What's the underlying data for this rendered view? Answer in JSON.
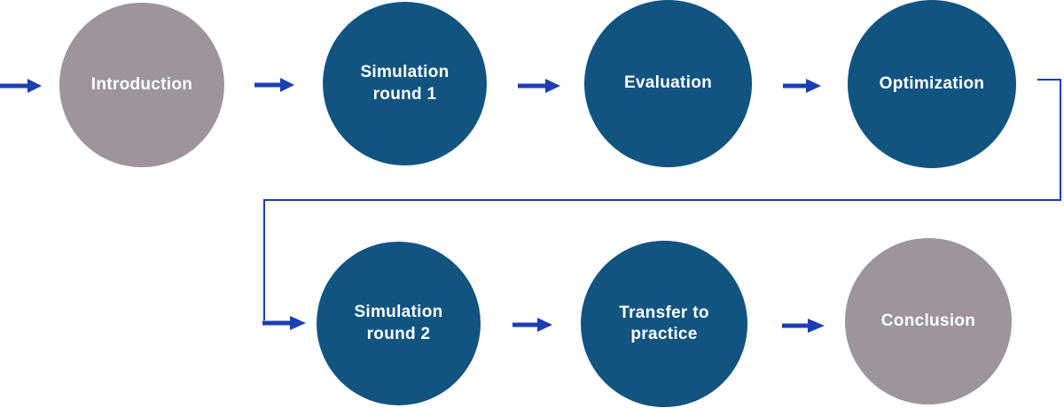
{
  "diagram": {
    "type": "flowchart",
    "background": "#ffffff",
    "colors": {
      "node_primary": "#125480",
      "node_accent": "#9D949C",
      "arrow": "#1B3EB3",
      "label": "#FFFFFF"
    },
    "nodes": [
      {
        "id": "introduction",
        "label": "Introduction",
        "variant": "accent",
        "row": 1
      },
      {
        "id": "simulation-round-1",
        "label": "Simulation\nround 1",
        "variant": "primary",
        "row": 1
      },
      {
        "id": "evaluation",
        "label": "Evaluation",
        "variant": "primary",
        "row": 1
      },
      {
        "id": "optimization",
        "label": "Optimization",
        "variant": "primary",
        "row": 1
      },
      {
        "id": "simulation-round-2",
        "label": "Simulation\nround 2",
        "variant": "primary",
        "row": 2
      },
      {
        "id": "transfer-to-practice",
        "label": "Transfer to\npractice",
        "variant": "primary",
        "row": 2
      },
      {
        "id": "conclusion",
        "label": "Conclusion",
        "variant": "accent",
        "row": 2
      }
    ],
    "connections": [
      {
        "from": "start",
        "to": "introduction"
      },
      {
        "from": "introduction",
        "to": "simulation-round-1"
      },
      {
        "from": "simulation-round-1",
        "to": "evaluation"
      },
      {
        "from": "evaluation",
        "to": "optimization"
      },
      {
        "from": "optimization",
        "to": "simulation-round-2"
      },
      {
        "from": "simulation-round-2",
        "to": "transfer-to-practice"
      },
      {
        "from": "transfer-to-practice",
        "to": "conclusion"
      }
    ]
  }
}
